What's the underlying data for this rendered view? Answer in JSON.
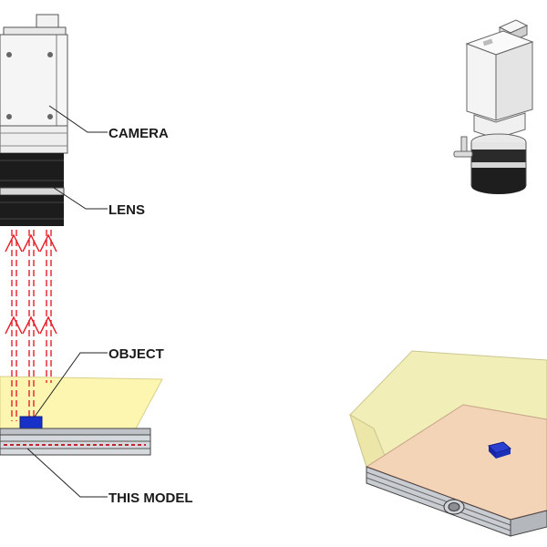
{
  "labels": {
    "camera": "CAMERA",
    "lens": "LENS",
    "object": "OBJECT",
    "model": "THIS MODEL"
  },
  "colors": {
    "light_cone": "#fdf6b0",
    "light_cone_stroke": "#d8d08a",
    "rays": "#e8202a",
    "object": "#1730c8",
    "camera_body": "#f4f4f4",
    "lens_dark": "#1c1c1c",
    "device_body": "#c9cdd2",
    "device_top": "#f3d4b6",
    "leader_line": "#222222"
  }
}
